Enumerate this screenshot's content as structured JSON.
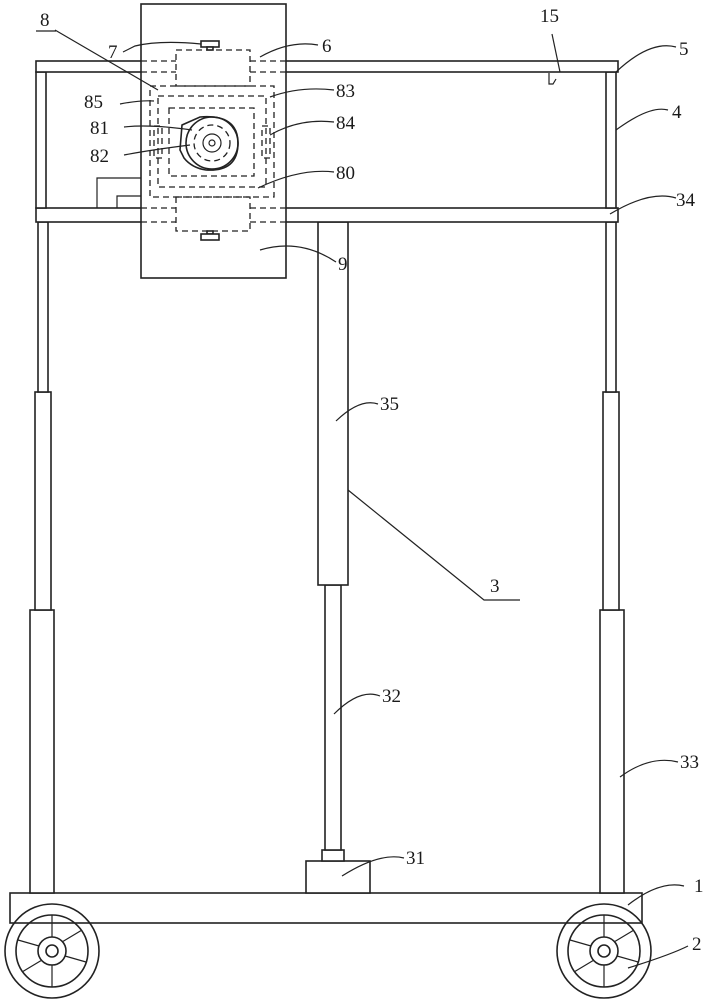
{
  "labels": {
    "l1": "1",
    "l2": "2",
    "l3": "3",
    "l4": "4",
    "l5": "5",
    "l6": "6",
    "l7": "7",
    "l8": "8",
    "l9": "9",
    "l15": "15",
    "l31": "31",
    "l32": "32",
    "l33": "33",
    "l34": "34",
    "l35": "35",
    "l80": "80",
    "l81": "81",
    "l82": "82",
    "l83": "83",
    "l84": "84",
    "l85": "85"
  }
}
